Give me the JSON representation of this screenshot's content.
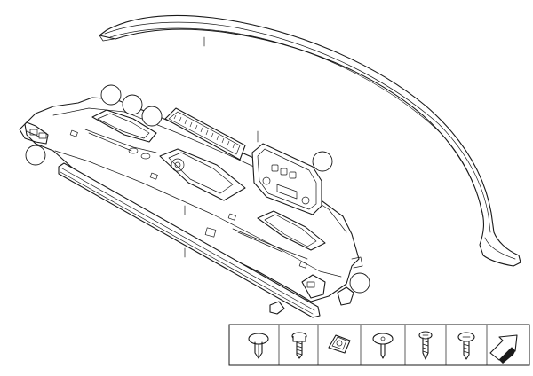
{
  "diagram": {
    "parts": [
      {
        "name": "rear-shelf-trim-frame"
      },
      {
        "name": "rear-parcel-shelf"
      },
      {
        "name": "shelf-side-strip"
      },
      {
        "name": "speaker-grille"
      },
      {
        "name": "control-panel-bezel"
      }
    ],
    "callouts": [
      "",
      "",
      "",
      "",
      "",
      "",
      ""
    ],
    "fastener_icons": [
      "push-clip-icon",
      "screw-with-washer-icon",
      "spring-nut-icon",
      "expanding-rivet-icon",
      "self-tapping-screw-icon",
      "flange-screw-icon",
      "arrow-direction-icon"
    ],
    "colors": {
      "line": "#1a1a1a",
      "background": "#ffffff"
    }
  }
}
